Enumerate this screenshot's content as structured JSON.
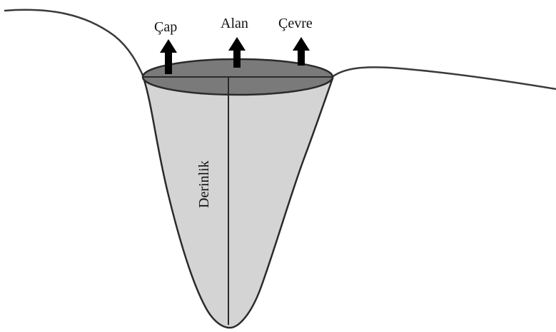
{
  "labels": {
    "diameter": "Çap",
    "area": "Alan",
    "perimeter": "Çevre",
    "depth": "Derinlik"
  },
  "colors": {
    "background": "#ffffff",
    "ground_line": "#3a3a3a",
    "pit_fill": "#d4d4d4",
    "rim_fill": "#7a7a7a",
    "outline": "#2a2a2a",
    "arrow": "#000000"
  }
}
